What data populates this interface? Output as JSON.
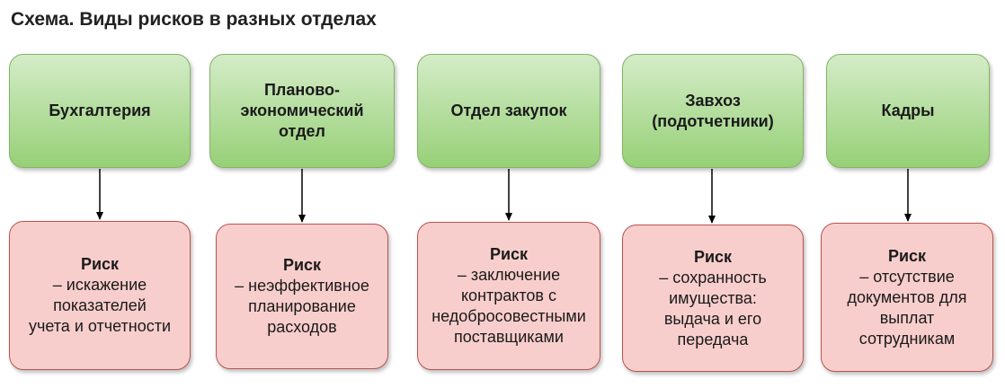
{
  "title": "Схема. Виды рисков в разных отделах",
  "departments": [
    {
      "name": "Бухгалтерия",
      "risk_title": "Риск",
      "risk_text": "– искажение\nпоказателей\nучета и отчетности"
    },
    {
      "name": "Планово-\nэкономический\nотдел",
      "risk_title": "Риск",
      "risk_text": "– неэффективное\nпланирование\nрасходов"
    },
    {
      "name": "Отдел закупок",
      "risk_title": "Риск",
      "risk_text": "– заключение\nконтрактов с\nнедобросовестными\nпоставщиками"
    },
    {
      "name": "Завхоз\n(подотчетники)",
      "risk_title": "Риск",
      "risk_text": "– сохранность\nимущества:\nвыдача и его\nпередача"
    },
    {
      "name": "Кадры",
      "risk_title": "Риск",
      "risk_text": "– отсутствие\nдокументов для\nвыплат\nсотрудникам"
    }
  ],
  "colors": {
    "dept_fill_top": "#d4ecc8",
    "dept_fill_bottom": "#97d077",
    "dept_border": "#82b366",
    "risk_fill": "#f8cecc",
    "risk_border": "#b85450"
  }
}
